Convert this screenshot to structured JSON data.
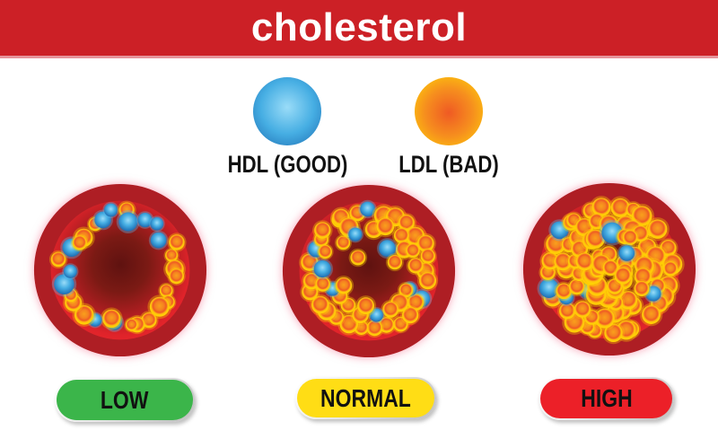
{
  "title": "cholesterol",
  "colors": {
    "banner": "#cc2026",
    "banner_edge": "#e6939a",
    "background": "#ffffff",
    "title_text": "#ffffff",
    "label_text": "#111111",
    "vessel_wall": "#ae1e24",
    "lumen_dark": "#5f1210",
    "lumen_mid": "#7b1a14",
    "lumen_mid2": "#b01e21",
    "lumen_bright2": "#e0232a",
    "lumen_bright": "#ea272d",
    "ldl_center": "#f9a01c",
    "ldl_mid2": "#f58220",
    "ldl_mid": "#ef5a24",
    "ldl_rim2": "#ffc20e",
    "ldl_rim": "#ffd800",
    "hdl_light": "#9adcf8",
    "hdl_mid": "#46aee3",
    "hdl_dark": "#1d6cb2",
    "pill_green": "#3bb54a",
    "pill_yellow": "#ffdd15",
    "pill_red": "#ec2028"
  },
  "legend": {
    "hdl": {
      "label": "HDL (GOOD)",
      "particle": "hdl-blue"
    },
    "ldl": {
      "label": "LDL (BAD)",
      "particle": "ldl-orange"
    }
  },
  "vessels": [
    {
      "id": "low",
      "label": "LOW",
      "pill_color": "#3bb54a",
      "seed": 11,
      "rings": [
        {
          "rf": 0.8,
          "rjit": 0.22,
          "orange": 19,
          "blue": 11,
          "pr": [
            7,
            11.5
          ]
        }
      ]
    },
    {
      "id": "normal",
      "label": "NORMAL",
      "pill_color": "#ffdd15",
      "seed": 22,
      "rings": [
        {
          "rf": 0.86,
          "rjit": 0.1,
          "orange": 26,
          "blue": 3,
          "pr": [
            8,
            11
          ]
        },
        {
          "rf": 0.63,
          "rjit": 0.16,
          "orange": 16,
          "blue": 5,
          "pr": [
            7.5,
            11
          ]
        },
        {
          "rf": 0.32,
          "rjit": 0.4,
          "orange": 4,
          "blue": 1,
          "pr": [
            7.5,
            10.5
          ]
        }
      ]
    },
    {
      "id": "high",
      "label": "HIGH",
      "pill_color": "#ec2028",
      "seed": 33,
      "rings": [
        {
          "rf": 0.88,
          "rjit": 0.08,
          "orange": 27,
          "blue": 2,
          "pr": [
            8,
            11.5
          ]
        },
        {
          "rf": 0.68,
          "rjit": 0.12,
          "orange": 21,
          "blue": 2,
          "pr": [
            8,
            12
          ]
        },
        {
          "rf": 0.48,
          "rjit": 0.15,
          "orange": 16,
          "blue": 2,
          "pr": [
            8,
            12
          ]
        },
        {
          "rf": 0.28,
          "rjit": 0.2,
          "orange": 10,
          "blue": 1,
          "pr": [
            8,
            12
          ]
        },
        {
          "rf": 0.08,
          "rjit": 0.6,
          "orange": 5,
          "blue": 0,
          "pr": [
            8,
            11
          ]
        }
      ]
    }
  ]
}
